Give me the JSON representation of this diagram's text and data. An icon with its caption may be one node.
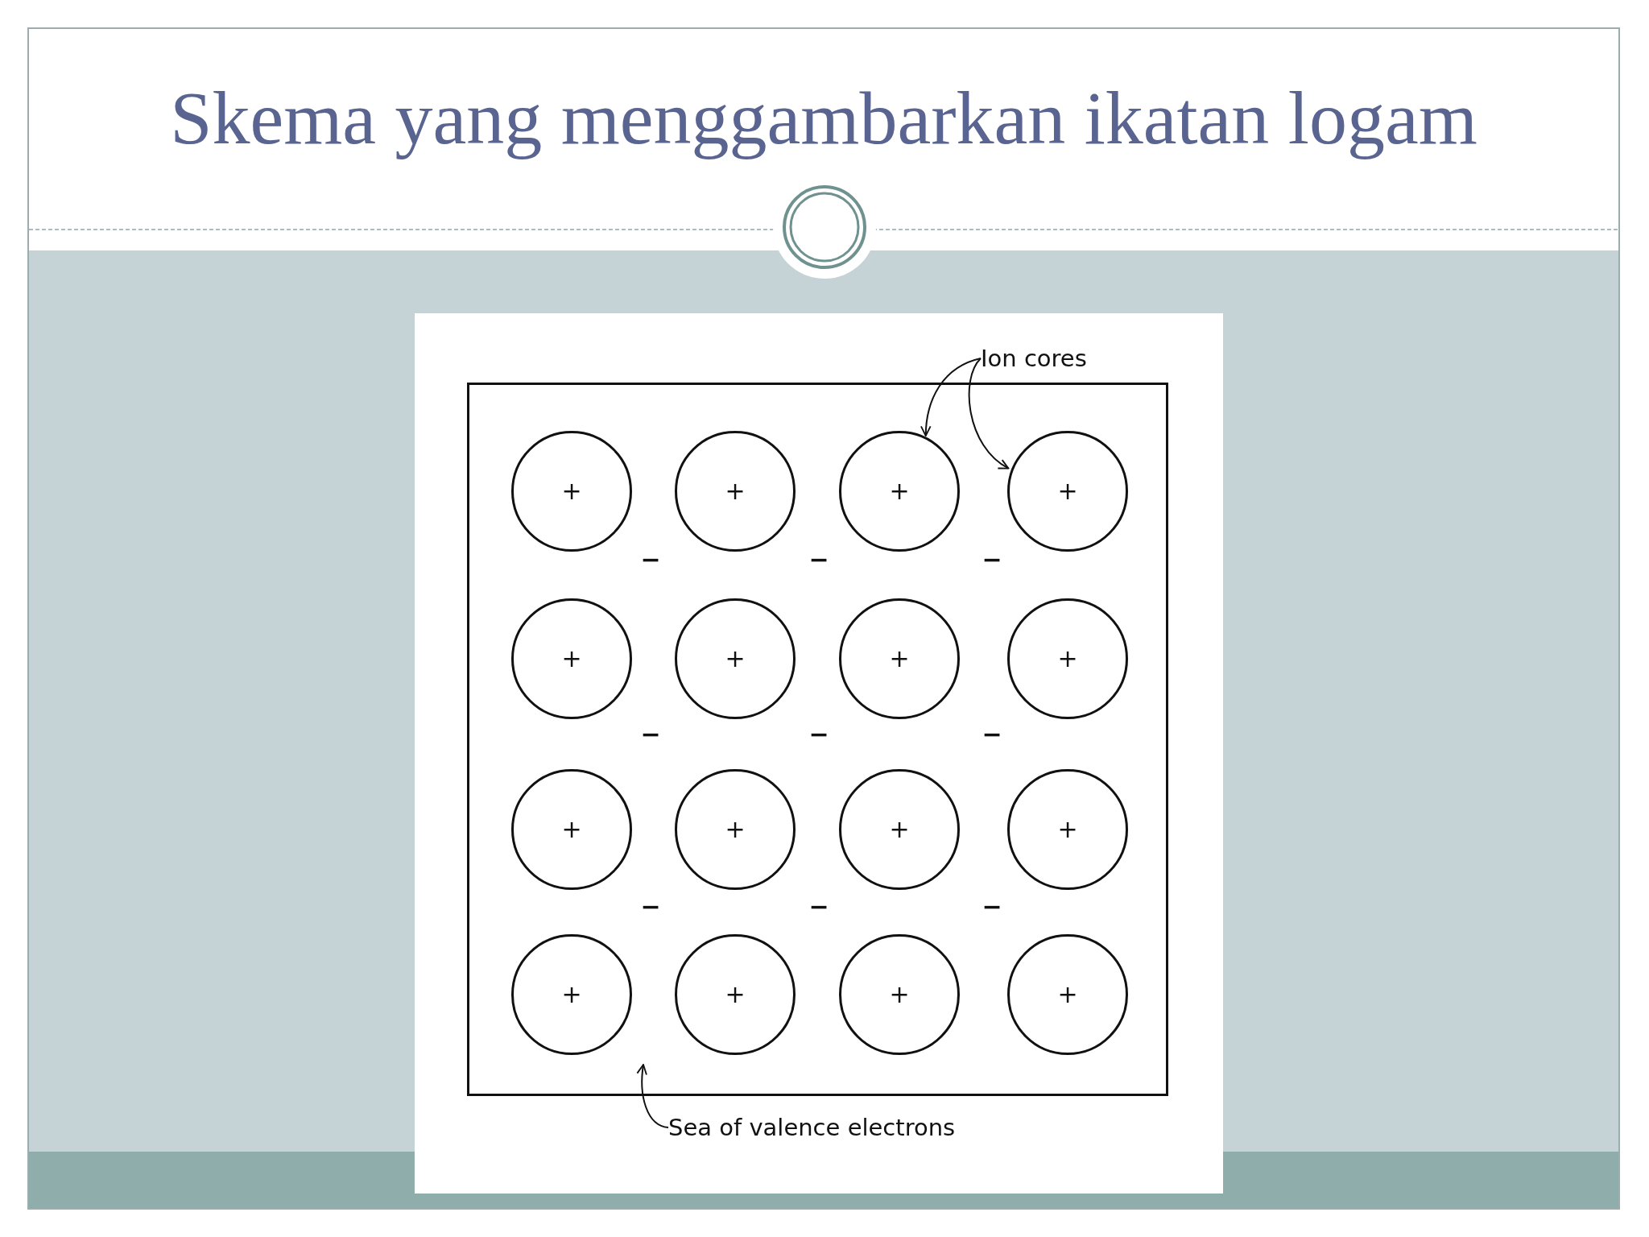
{
  "diagram": {
    "title": "Skema yang menggambarkan ikatan logam",
    "nodes": [
      {
        "text": [],
        "shape": "box"
      },
      {
        "text": [
          "+"
        ],
        "in": 0
      },
      {
        "text": [
          "+"
        ],
        "in": 0
      },
      {
        "text": [
          "+"
        ],
        "in": 0
      },
      {
        "text": [
          "+"
        ],
        "in": 0
      },
      {
        "text": [
          "+"
        ],
        "in": 0
      },
      {
        "text": [
          "+"
        ],
        "in": 0
      },
      {
        "text": [
          "+"
        ],
        "in": 0
      },
      {
        "text": [
          "+"
        ],
        "in": 0
      },
      {
        "text": [
          "+"
        ],
        "in": 0
      },
      {
        "text": [
          "+"
        ],
        "in": 0
      },
      {
        "text": [
          "+"
        ],
        "in": 0
      },
      {
        "text": [
          "+"
        ],
        "in": 0
      },
      {
        "text": [
          "+"
        ],
        "in": 0
      },
      {
        "text": [
          "+"
        ],
        "in": 0
      },
      {
        "text": [
          "+"
        ],
        "in": 0
      },
      {
        "text": [
          "+"
        ],
        "in": 0
      },
      {
        "text": [
          "Ion cores"
        ]
      },
      {
        "text": [
          "Sea of valence electrons"
        ]
      }
    ],
    "edges": [
      {
        "from": 17,
        "to": 3,
        "arrow": "to"
      },
      {
        "from": 17,
        "to": 4,
        "arrow": "to"
      },
      {
        "from": 18,
        "to": 0,
        "arrow": "to"
      }
    ],
    "labels": [
      "−",
      "−",
      "−",
      "−",
      "−",
      "−",
      "−",
      "−",
      "−"
    ]
  }
}
